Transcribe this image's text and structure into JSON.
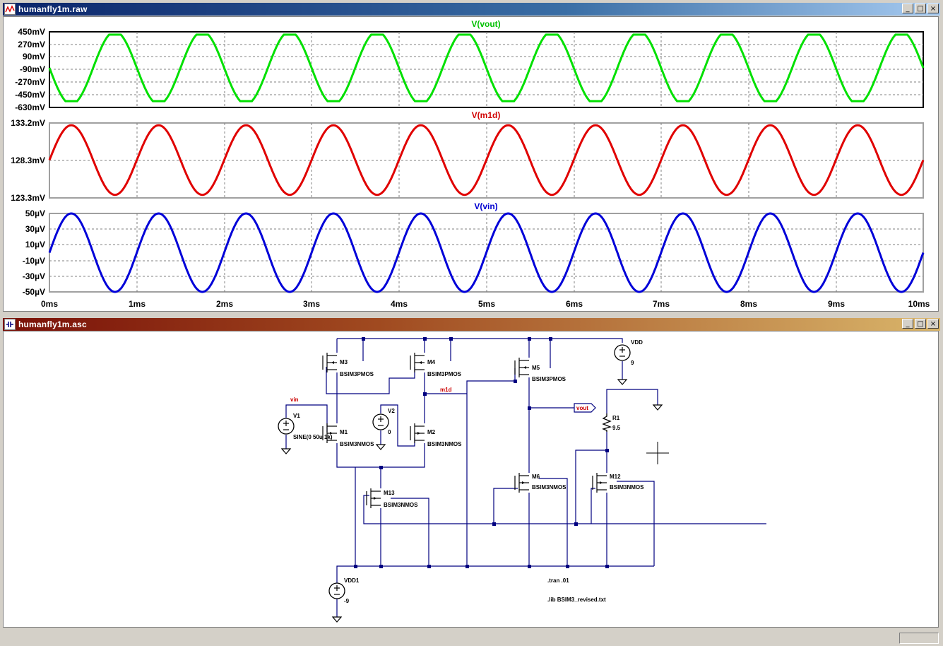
{
  "colors": {
    "title_active": "#0a246a",
    "title_inactive_start": "#7a1008",
    "title_inactive_end": "#d9b56a",
    "trace_vout": "#00e000",
    "trace_m1d": "#e00000",
    "trace_vin": "#0000d8",
    "schematic_wire": "#000080",
    "net_label": "#cc0000"
  },
  "waveform_window": {
    "title": "humanfly1m.raw",
    "icon": "waveform-icon",
    "buttons": [
      "_",
      "□",
      "×"
    ],
    "time_axis": {
      "ticks": [
        "0ms",
        "1ms",
        "2ms",
        "3ms",
        "4ms",
        "5ms",
        "6ms",
        "7ms",
        "8ms",
        "9ms",
        "10ms"
      ],
      "range_ms": [
        0,
        10
      ]
    },
    "panes": [
      {
        "trace": "V(vout)",
        "ticks": [
          "450mV",
          "270mV",
          "90mV",
          "-90mV",
          "-270mV",
          "-450mV",
          "-630mV"
        ],
        "range_mV": [
          -630,
          450
        ],
        "amplitude_mV": [
          -540,
          410
        ],
        "shape": "clipped sine",
        "period_ms": 1
      },
      {
        "trace": "V(m1d)",
        "ticks": [
          "133.2mV",
          "128.3mV",
          "123.3mV"
        ],
        "range_mV": [
          123.3,
          133.2
        ],
        "center_mV": 128.3,
        "amplitude_mV": 4.6,
        "shape": "sine",
        "period_ms": 1
      },
      {
        "trace": "V(vin)",
        "ticks": [
          "50µV",
          "30µV",
          "10µV",
          "-10µV",
          "-30µV",
          "-50µV"
        ],
        "range_uV": [
          -50,
          50
        ],
        "amplitude_uV": 50,
        "shape": "sine",
        "period_ms": 1
      }
    ]
  },
  "schematic_window": {
    "title": "humanfly1m.asc",
    "icon": "schematic-icon",
    "buttons": [
      "_",
      "□",
      "×"
    ],
    "components": {
      "m3": {
        "name": "M3",
        "model": "BSIM3PMOS"
      },
      "m4": {
        "name": "M4",
        "model": "BSIM3PMOS"
      },
      "m5": {
        "name": "M5",
        "model": "BSIM3PMOS"
      },
      "m1": {
        "name": "M1",
        "model": "BSIM3NMOS"
      },
      "m2": {
        "name": "M2",
        "model": "BSIM3NMOS"
      },
      "m6": {
        "name": "M6",
        "model": "BSIM3NMOS"
      },
      "m12": {
        "name": "M12",
        "model": "BSIM3NMOS"
      },
      "m13": {
        "name": "M13",
        "model": "BSIM3NMOS"
      },
      "v1": {
        "name": "V1",
        "value": "SINE(0 50u 1k)"
      },
      "v2": {
        "name": "V2",
        "value": "0"
      },
      "vdd": {
        "name": "VDD",
        "value": "9"
      },
      "vdd1": {
        "name": "VDD1",
        "value": "-9"
      },
      "r1": {
        "name": "R1",
        "value": "9.5"
      }
    },
    "net_labels": {
      "vin": "vin",
      "m1d": "m1d",
      "vout": "vout"
    },
    "directives": {
      "tran": ".tran .01",
      "lib": ".lib BSIM3_revised.txt"
    }
  }
}
